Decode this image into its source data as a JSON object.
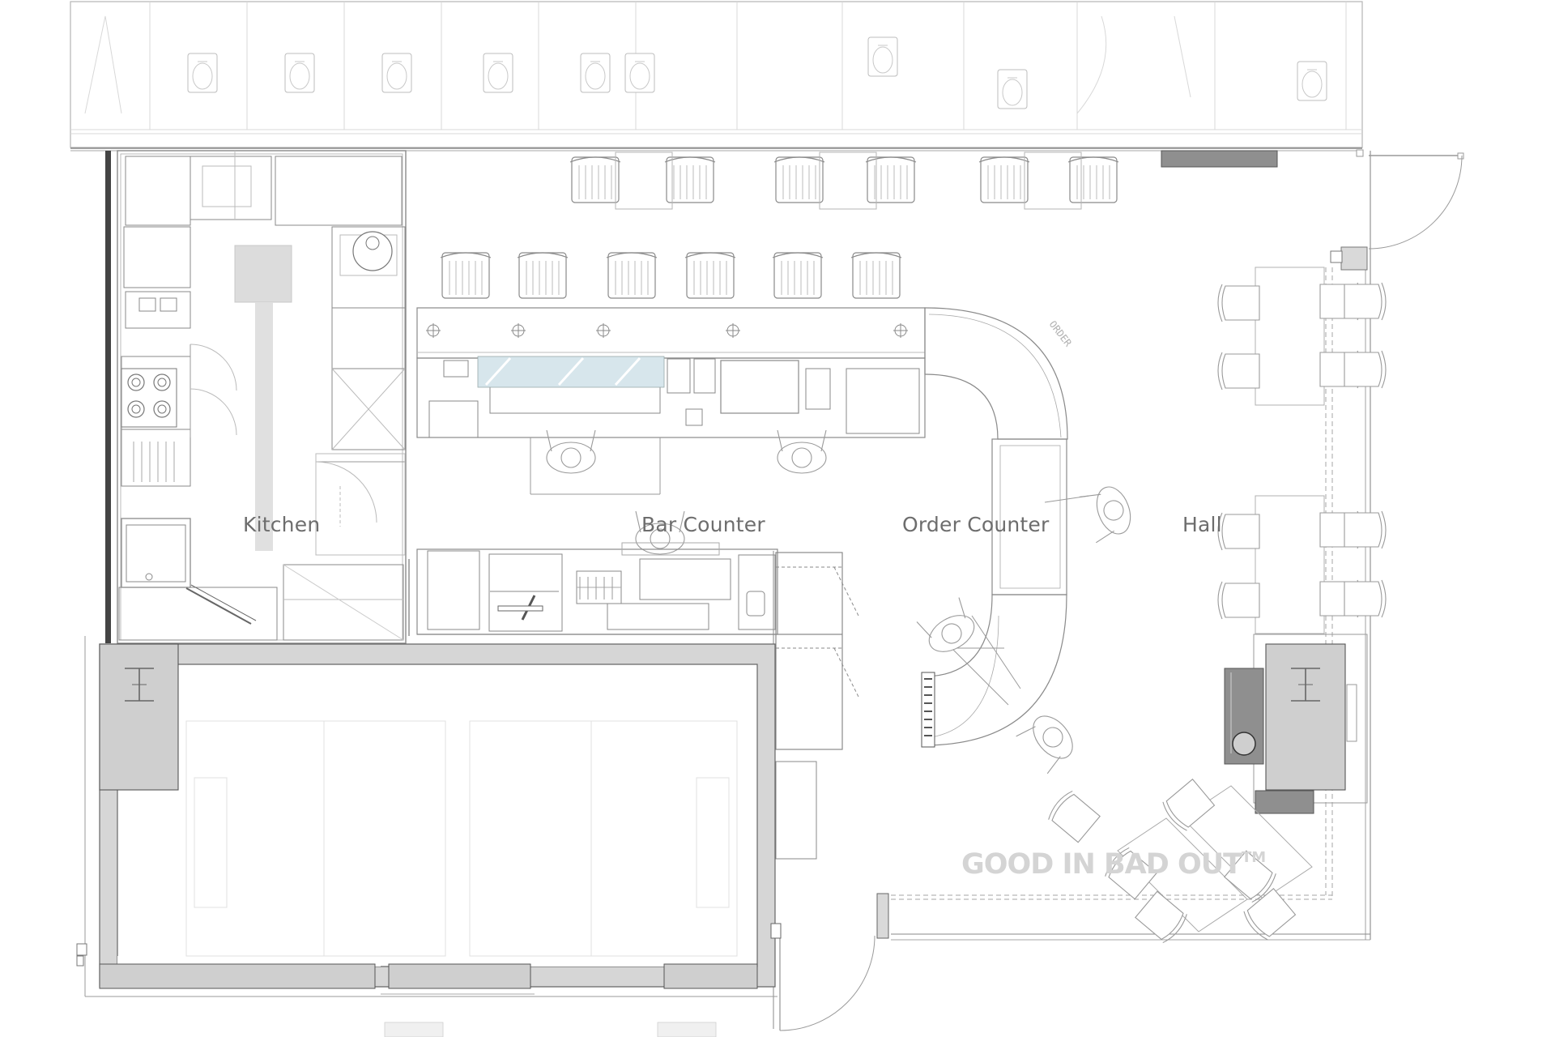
{
  "rooms": {
    "kitchen": "Kitchen",
    "bar_counter": "Bar Counter",
    "order_counter": "Order Counter",
    "hall": "Hall"
  },
  "brand": {
    "text": "GOOD IN BAD OUT",
    "trademark": "TM"
  },
  "colors": {
    "line": "#8a8a8a",
    "line_light": "#c4c4c4",
    "fill_column": "#d9d9d9",
    "fill_wall": "#cfcfcf",
    "fill_dark": "#8f8f8f",
    "glass": "#d7e6ec",
    "label": "#6d6d6d"
  }
}
